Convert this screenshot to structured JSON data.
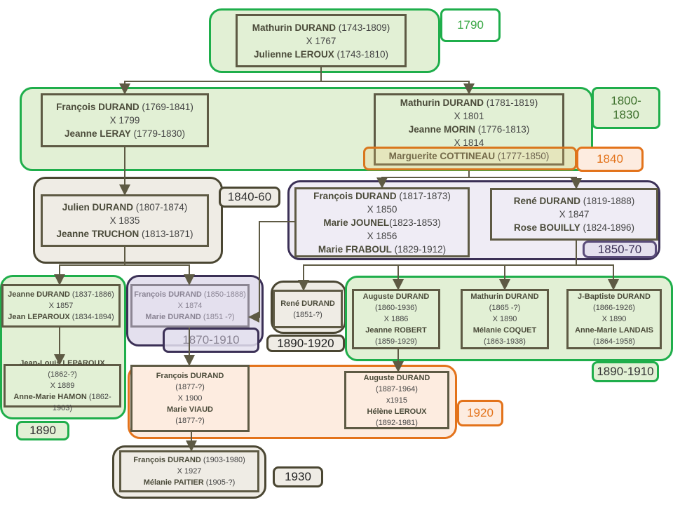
{
  "persons": {
    "p1": [
      {
        "b": "Mathurin DURAND",
        "n": " (1743-1809)"
      },
      {
        "b": "",
        "n": "X 1767"
      },
      {
        "b": "Julienne LEROUX",
        "n": " (1743-1810)"
      }
    ],
    "p2": [
      {
        "b": "François DURAND",
        "n": " (1769-1841)"
      },
      {
        "b": "",
        "n": "X 1799"
      },
      {
        "b": "Jeanne  LERAY",
        "n": " (1779-1830)"
      }
    ],
    "p3": [
      {
        "b": "Mathurin DURAND",
        "n": " (1781-1819)"
      },
      {
        "b": "",
        "n": "X 1801"
      },
      {
        "b": "Jeanne  MORIN",
        "n": " (1776-1813)"
      },
      {
        "b": "",
        "n": "X 1814"
      },
      {
        "b": "Marguerite COTTINEAU",
        "n": " (1777-1850)"
      }
    ],
    "p4": [
      {
        "b": "Julien DURAND",
        "n": " (1807-1874)"
      },
      {
        "b": "",
        "n": "X 1835"
      },
      {
        "b": "Jeanne TRUCHON",
        "n": " (1813-1871)"
      }
    ],
    "p5": [
      {
        "b": "François DURAND",
        "n": " (1817-1873)"
      },
      {
        "b": "",
        "n": "X 1850"
      },
      {
        "b": "Marie JOUNEL",
        "n": "(1823-1853)"
      },
      {
        "b": "",
        "n": "X 1856"
      },
      {
        "b": "Marie FRABOUL",
        "n": " (1829-1912)"
      }
    ],
    "p6": [
      {
        "b": "René DURAND",
        "n": " (1819-1888)"
      },
      {
        "b": "",
        "n": "X 1847"
      },
      {
        "b": "Rose BOUILLY",
        "n": " (1824-1896)"
      }
    ],
    "p7": [
      {
        "b": "Jeanne DURAND",
        "n": " (1837-1886)"
      },
      {
        "b": "",
        "n": "X 1857"
      },
      {
        "b": "Jean LEPAROUX",
        "n": " (1834-1894)"
      }
    ],
    "p8": [
      {
        "b": "Jean-Louis LEPAROUX",
        "n": " (1862-?)"
      },
      {
        "b": "",
        "n": "X 1889"
      },
      {
        "b": "Anne-Marie HAMON",
        "n": " (1862-"
      },
      {
        "b": "",
        "n": "1903)"
      }
    ],
    "p9": [
      {
        "b": "François DURAND",
        "n": " (1850-1888)"
      },
      {
        "b": "",
        "n": "X 1874"
      },
      {
        "b": "Marie DURAND",
        "n": " (1851 -?)"
      }
    ],
    "p10": [
      {
        "b": "René DURAND",
        "n": ""
      },
      {
        "b": "",
        "n": "(1851-?)"
      }
    ],
    "p11": [
      {
        "b": "Auguste DURAND",
        "n": ""
      },
      {
        "b": "",
        "n": "(1860-1936)"
      },
      {
        "b": "",
        "n": "X 1886"
      },
      {
        "b": "Jeanne ROBERT",
        "n": ""
      },
      {
        "b": "",
        "n": "(1859-1929)"
      }
    ],
    "p12": [
      {
        "b": "Mathurin DURAND",
        "n": ""
      },
      {
        "b": "",
        "n": "(1865 -?)"
      },
      {
        "b": "",
        "n": "X 1890"
      },
      {
        "b": "Mélanie COQUET",
        "n": ""
      },
      {
        "b": "",
        "n": "(1863-1938)"
      }
    ],
    "p13": [
      {
        "b": "J-Baptiste DURAND",
        "n": ""
      },
      {
        "b": "",
        "n": "(1866-1926)"
      },
      {
        "b": "",
        "n": "X 1890"
      },
      {
        "b": "Anne-Marie LANDAIS",
        "n": ""
      },
      {
        "b": "",
        "n": "(1864-1958)"
      }
    ],
    "p14": [
      {
        "b": "François DURAND",
        "n": ""
      },
      {
        "b": "",
        "n": "(1877-?)"
      },
      {
        "b": "",
        "n": "X 1900"
      },
      {
        "b": "Marie VIAUD",
        "n": ""
      },
      {
        "b": "",
        "n": "(1877-?)"
      }
    ],
    "p15": [
      {
        "b": "Auguste DURAND",
        "n": ""
      },
      {
        "b": "",
        "n": "(1887-1964)"
      },
      {
        "b": "",
        "n": "x1915"
      },
      {
        "b": "Hélène LEROUX",
        "n": ""
      },
      {
        "b": "",
        "n": "(1892-1981)"
      }
    ],
    "p16": [
      {
        "b": "François DURAND",
        "n": " (1903-1980)"
      },
      {
        "b": "",
        "n": "X 1927"
      },
      {
        "b": "Mélanie PAITIER",
        "n": " (1905-?)"
      }
    ]
  },
  "period_labels": {
    "l1790": "1790",
    "l1800": "1800-\n1830",
    "l1840": "1840",
    "l1840_60": "1840-60",
    "l1850_70": "1850-70",
    "l1870_1910": "1870-1910",
    "l1890_1920": "1890-1920",
    "l1890_1910": "1890-1910",
    "l1890": "1890",
    "l1920": "1920",
    "l1930": "1930"
  },
  "colors": {
    "green": "#1fae4b",
    "orange": "#e3731b",
    "purple": "#3b3056",
    "brown": "#4a4632",
    "connector": "#5e5a44"
  }
}
